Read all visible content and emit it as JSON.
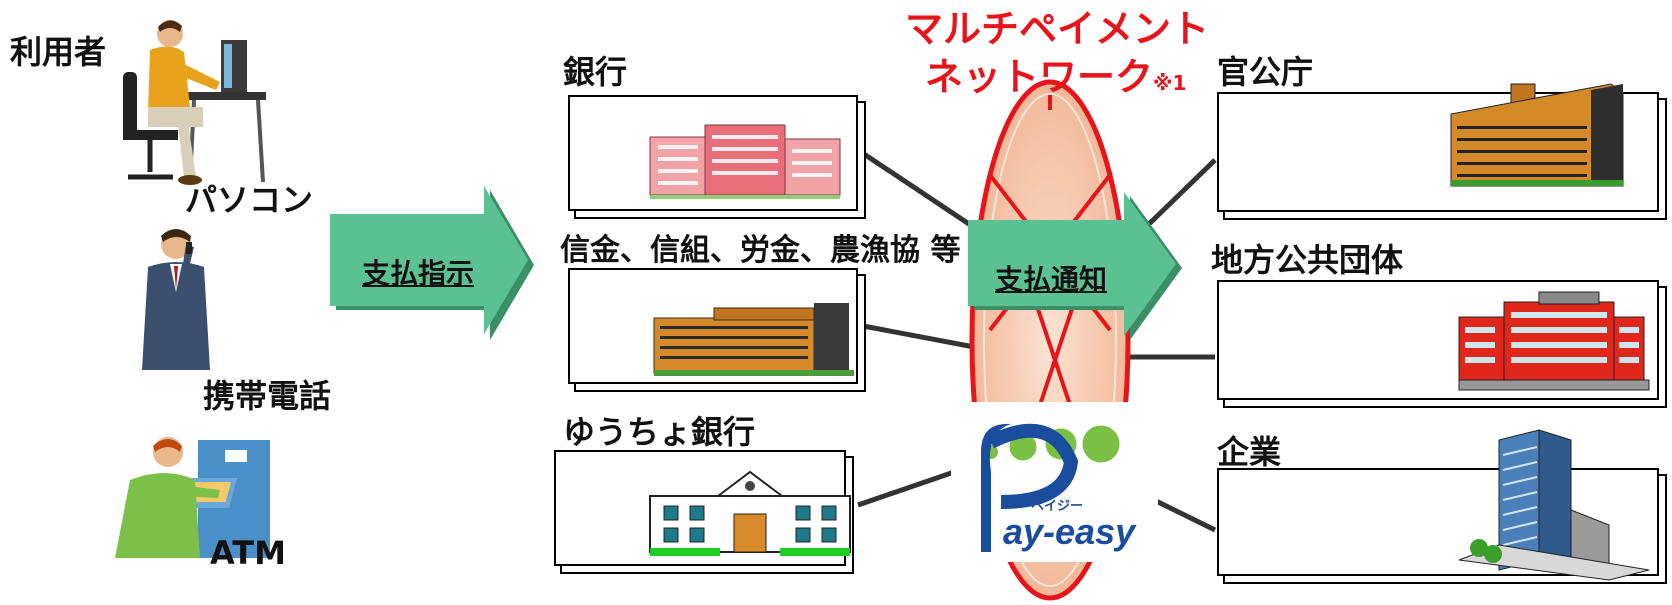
{
  "users": {
    "title": "利用者",
    "pc": "パソコン",
    "mobile": "携帯電話",
    "atm": "ATM"
  },
  "arrows": {
    "pay_instruction": "支払指示",
    "pay_notice": "支払通知"
  },
  "network": {
    "title_line1": "マルチペイメント",
    "title_line2": "ネットワーク",
    "footnote_mark": "※1"
  },
  "institutions": {
    "bank": "銀行",
    "credit": "信金、信組、労金、農漁協 等",
    "yucho": "ゆうちょ銀行"
  },
  "payees": {
    "gov": "官公庁",
    "local_gov": "地方公共団体",
    "company": "企業"
  },
  "logo": {
    "kana": "ペイジー",
    "text": "ay-easy"
  },
  "colors": {
    "arrow_green": "#5cc192",
    "network_red": "#e8141b",
    "logo_blue": "#1b4d9e",
    "logo_green": "#7ac143"
  }
}
